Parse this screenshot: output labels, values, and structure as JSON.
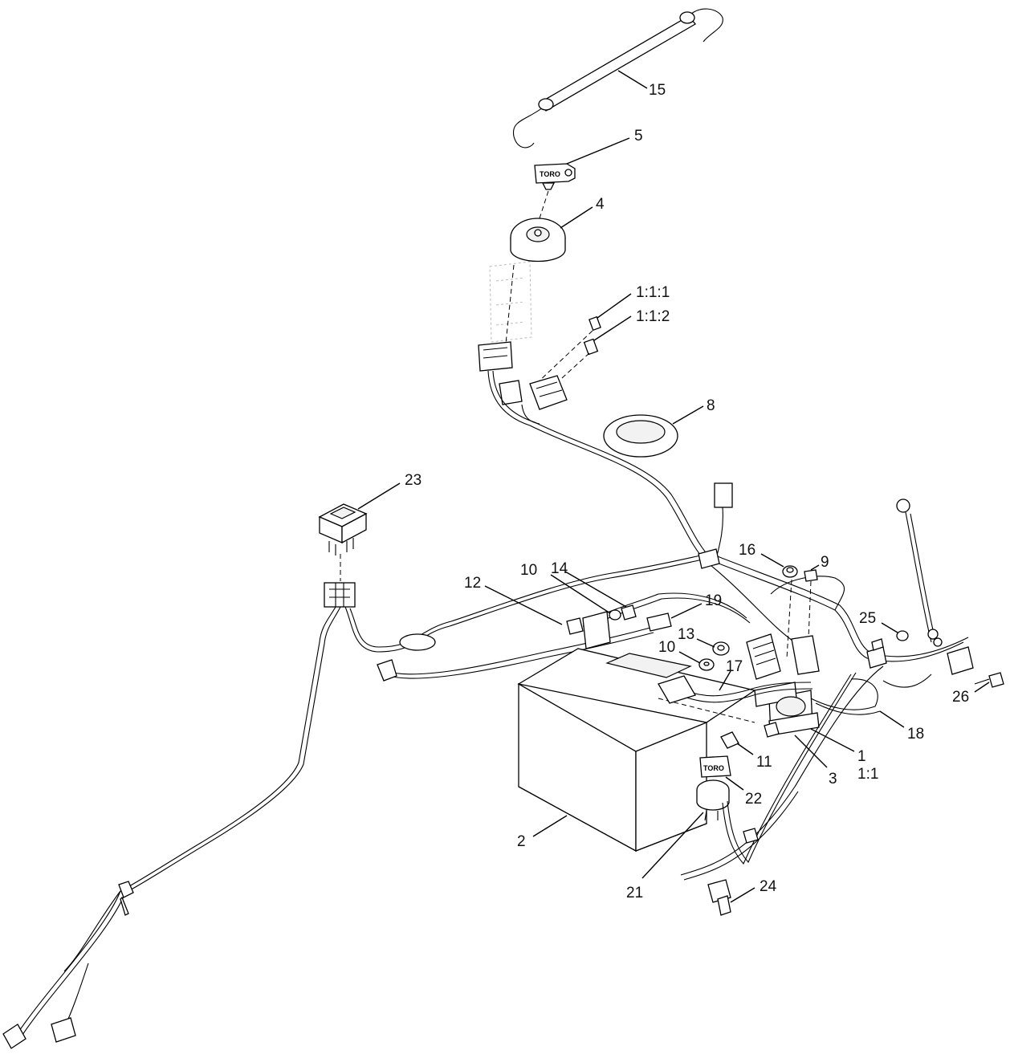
{
  "callouts": [
    {
      "id": "c15",
      "label": "15"
    },
    {
      "id": "c5",
      "label": "5"
    },
    {
      "id": "c4",
      "label": "4"
    },
    {
      "id": "c111",
      "label": "1:1:1"
    },
    {
      "id": "c112",
      "label": "1:1:2"
    },
    {
      "id": "c8",
      "label": "8"
    },
    {
      "id": "c23",
      "label": "23"
    },
    {
      "id": "c16",
      "label": "16"
    },
    {
      "id": "c9",
      "label": "9"
    },
    {
      "id": "c12",
      "label": "12"
    },
    {
      "id": "c10a",
      "label": "10"
    },
    {
      "id": "c14",
      "label": "14"
    },
    {
      "id": "c19",
      "label": "19"
    },
    {
      "id": "c25",
      "label": "25"
    },
    {
      "id": "c13",
      "label": "13"
    },
    {
      "id": "c10b",
      "label": "10"
    },
    {
      "id": "c17",
      "label": "17"
    },
    {
      "id": "c26",
      "label": "26"
    },
    {
      "id": "c18",
      "label": "18"
    },
    {
      "id": "c1",
      "label": "1"
    },
    {
      "id": "c11a",
      "label": "1:1"
    },
    {
      "id": "c11",
      "label": "11"
    },
    {
      "id": "c3",
      "label": "3"
    },
    {
      "id": "c22",
      "label": "22"
    },
    {
      "id": "c2",
      "label": "2"
    },
    {
      "id": "c21",
      "label": "21"
    },
    {
      "id": "c24",
      "label": "24"
    }
  ],
  "logos": {
    "key_top": "TORO",
    "key_bottom": "TORO"
  }
}
